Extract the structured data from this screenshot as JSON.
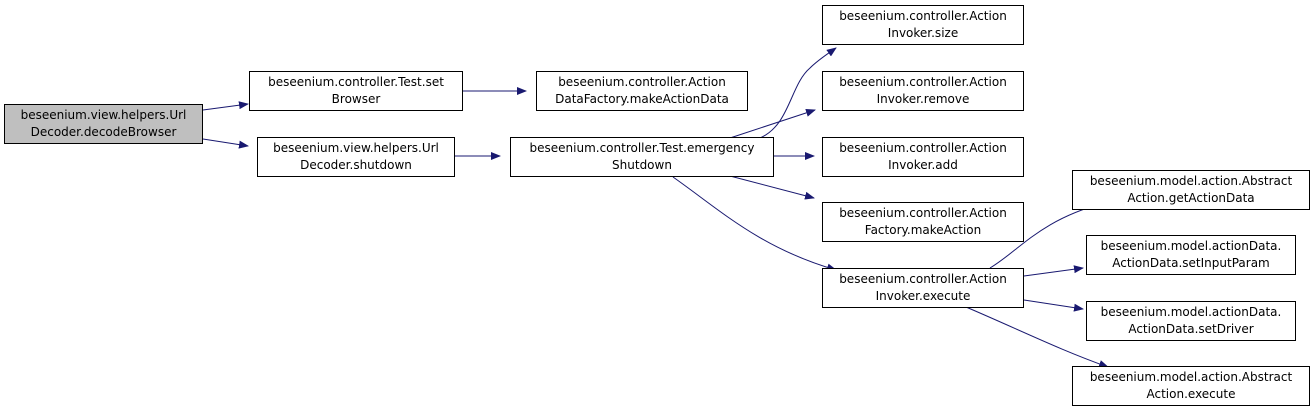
{
  "colors": {
    "edge": "#191970",
    "root_fill": "#bfbfbf",
    "node_fill": "#ffffff",
    "border": "#000000"
  },
  "nodes": {
    "decode_browser": {
      "line1": "beseenium.view.helpers.Url",
      "line2": "Decoder.decodeBrowser"
    },
    "set_browser": {
      "line1": "beseenium.controller.Test.set",
      "line2": "Browser"
    },
    "url_shutdown": {
      "line1": "beseenium.view.helpers.Url",
      "line2": "Decoder.shutdown"
    },
    "make_action_data": {
      "line1": "beseenium.controller.Action",
      "line2": "DataFactory.makeActionData"
    },
    "emergency_shutdown": {
      "line1": "beseenium.controller.Test.emergency",
      "line2": "Shutdown"
    },
    "invoker_size": {
      "line1": "beseenium.controller.Action",
      "line2": "Invoker.size"
    },
    "invoker_remove": {
      "line1": "beseenium.controller.Action",
      "line2": "Invoker.remove"
    },
    "invoker_add": {
      "line1": "beseenium.controller.Action",
      "line2": "Invoker.add"
    },
    "factory_make_action": {
      "line1": "beseenium.controller.Action",
      "line2": "Factory.makeAction"
    },
    "invoker_execute": {
      "line1": "beseenium.controller.Action",
      "line2": "Invoker.execute"
    },
    "get_action_data": {
      "line1": "beseenium.model.action.Abstract",
      "line2": "Action.getActionData"
    },
    "set_input_param": {
      "line1": "beseenium.model.actionData.",
      "line2": "ActionData.setInputParam"
    },
    "set_driver": {
      "line1": "beseenium.model.actionData.",
      "line2": "ActionData.setDriver"
    },
    "abstract_execute": {
      "line1": "beseenium.model.action.Abstract",
      "line2": "Action.execute"
    }
  }
}
